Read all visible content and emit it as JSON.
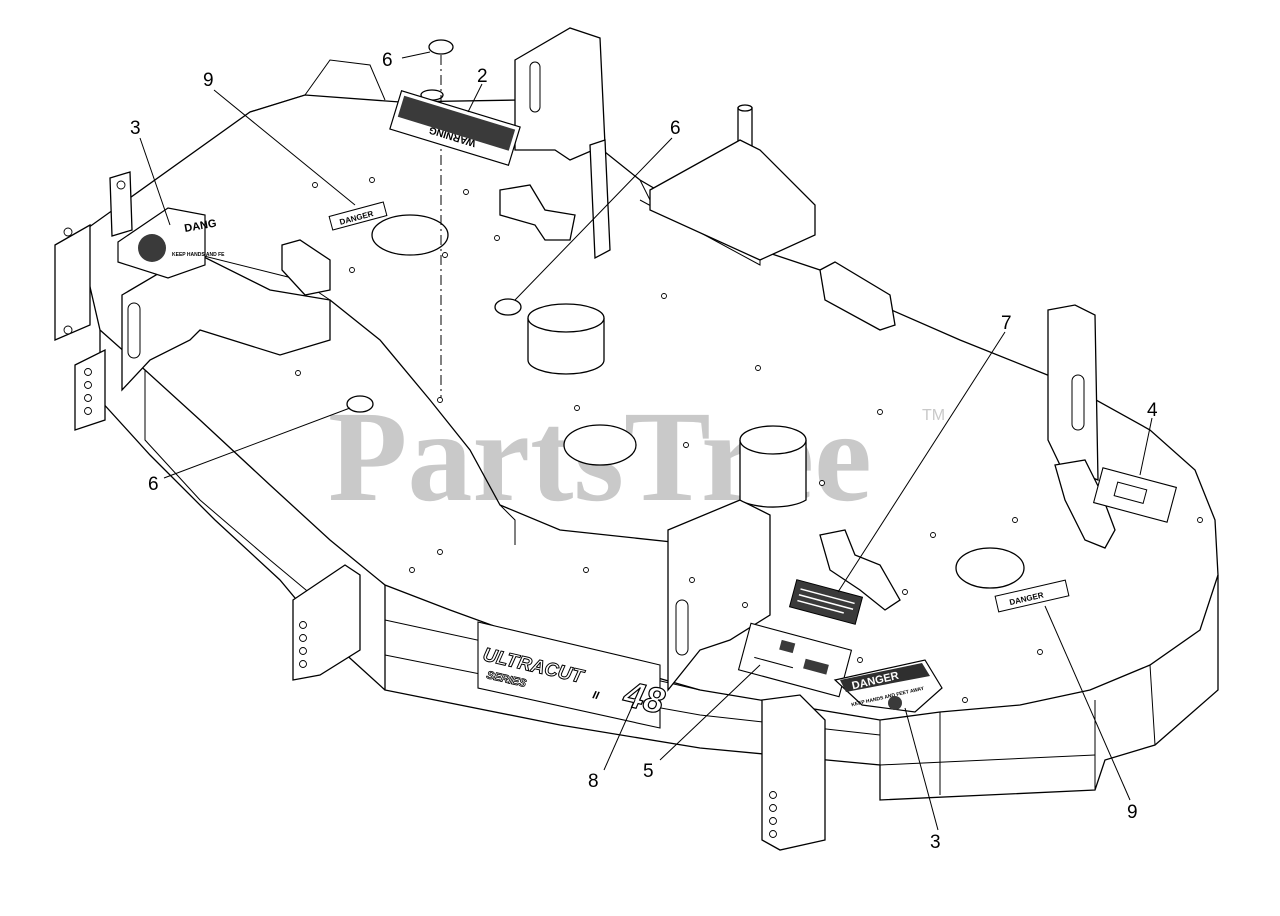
{
  "watermark": {
    "text": "PartsTree",
    "tm": "TM"
  },
  "callouts": [
    {
      "id": "c6-top",
      "label": "6"
    },
    {
      "id": "c2",
      "label": "2"
    },
    {
      "id": "c9-left",
      "label": "9"
    },
    {
      "id": "c3-left",
      "label": "3"
    },
    {
      "id": "c6-mid",
      "label": "6"
    },
    {
      "id": "c6-left",
      "label": "6"
    },
    {
      "id": "c7",
      "label": "7"
    },
    {
      "id": "c4",
      "label": "4"
    },
    {
      "id": "c8",
      "label": "8"
    },
    {
      "id": "c5",
      "label": "5"
    },
    {
      "id": "c3-bottom",
      "label": "3"
    },
    {
      "id": "c9-right",
      "label": "9"
    }
  ],
  "decals": {
    "warning": "WARNING",
    "danger_left": "DANGER",
    "danger_right": "DANGER",
    "danger_corner": "DANGER",
    "danger_corner_sub": "KEEP HANDS AND FEET AWAY",
    "dang_side": "DANG",
    "dang_side_sub": "KEEP HANDS AND FE",
    "brand_line1": "ULTRACUT",
    "brand_line2": "SERIES",
    "brand_num": "48",
    "brand_roman": "II"
  }
}
